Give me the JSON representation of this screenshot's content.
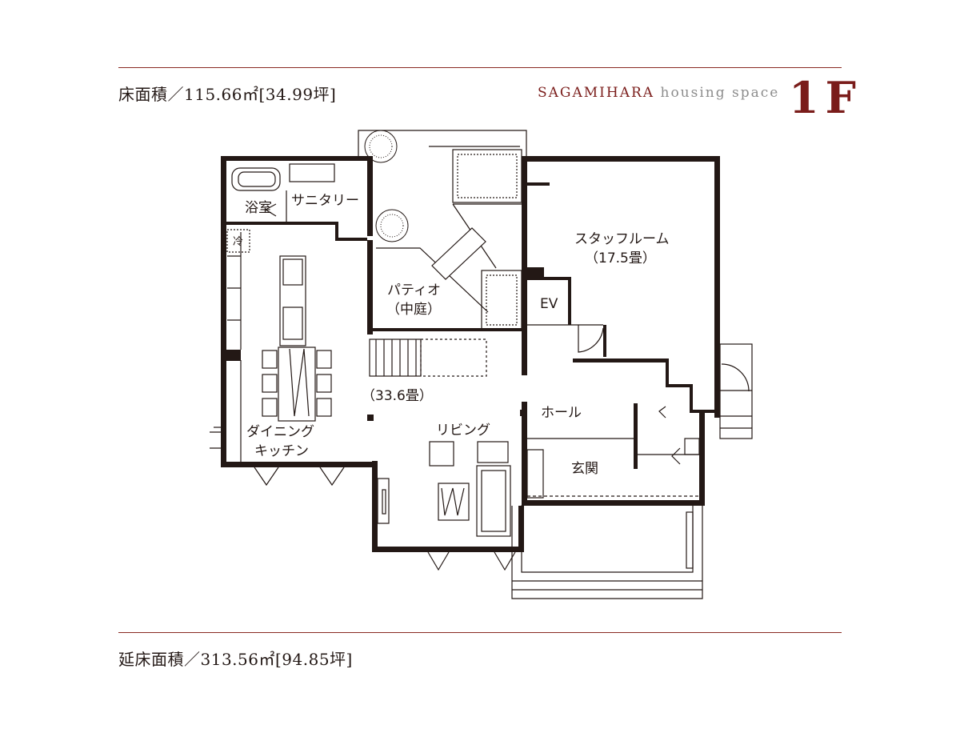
{
  "header": {
    "floor_area": "床面積／115.66㎡[34.99坪]",
    "brand_main": "SAGAMIHARA",
    "brand_sub": "housing space",
    "floor_label": "1F"
  },
  "footer": {
    "total_area": "延床面積／313.56㎡[94.85坪]"
  },
  "rooms": {
    "bath": "浴室",
    "sanitary": "サニタリー",
    "fridge": "冷",
    "staff_room": "スタッフルーム",
    "staff_room_size": "（17.5畳）",
    "patio": "パティオ",
    "patio_sub": "（中庭）",
    "ev": "EV",
    "ldk_size": "（33.6畳）",
    "hall": "ホール",
    "living": "リビング",
    "dining_1": "ダイニング",
    "dining_2": "キッチン",
    "entrance": "玄関"
  },
  "colors": {
    "accent": "#7a1c1a",
    "rule": "#8a2a22",
    "wall": "#231815"
  }
}
